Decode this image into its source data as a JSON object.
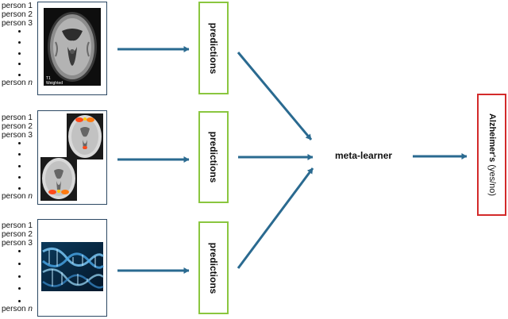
{
  "rows": [
    {
      "persons": [
        "person 1",
        "person 2",
        "person 3"
      ],
      "last_person_prefix": "person ",
      "last_person_var": "n",
      "image": "brain-mri-t1",
      "image_caption_1": "T1",
      "image_caption_2": "Weighted",
      "prediction_label": "predictions"
    },
    {
      "persons": [
        "person 1",
        "person 2",
        "person 3"
      ],
      "last_person_prefix": "person ",
      "last_person_var": "n",
      "image": "brain-fmri-activation",
      "prediction_label": "predictions"
    },
    {
      "persons": [
        "person 1",
        "person 2",
        "person 3"
      ],
      "last_person_prefix": "person ",
      "last_person_var": "n",
      "image": "dna-helix",
      "prediction_label": "predictions"
    }
  ],
  "meta_learner_label": "meta-learner",
  "output": {
    "label_bold": "Alzheimer's",
    "label_normal": " (yes/no)"
  },
  "colors": {
    "arrow": "#2a6a90",
    "data_box_border": "#2c4863",
    "prediction_border": "#8ac63f",
    "output_border": "#d32a2a"
  }
}
